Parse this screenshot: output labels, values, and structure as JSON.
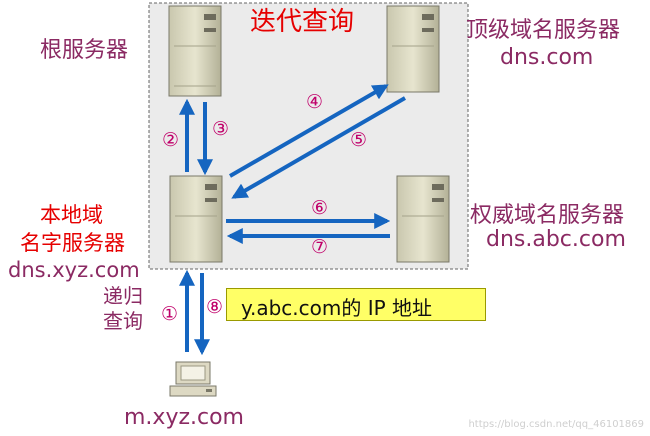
{
  "title": "迭代查询",
  "servers": {
    "root": {
      "name": "根服务器"
    },
    "tld": {
      "name": "顶级域名服务器",
      "domain": "dns.com"
    },
    "local": {
      "name_line1": "本地域",
      "name_line2": "名字服务器",
      "domain": "dns.xyz.com"
    },
    "auth": {
      "name": "权威域名服务器",
      "domain": "dns.abc.com"
    }
  },
  "client": {
    "host": "m.xyz.com"
  },
  "recursive_label": {
    "line1": "递归",
    "line2": "查询"
  },
  "steps": [
    "①",
    "②",
    "③",
    "④",
    "⑤",
    "⑥",
    "⑦",
    "⑧"
  ],
  "answer_box": "y.abc.com的 IP 地址",
  "watermark": "https://blog.csdn.net/qq_46101869",
  "colors": {
    "arrow": "#1565c0",
    "title": "#e60000",
    "label": "#8b2a63",
    "step": "#c0006a",
    "answer_bg": "#ffff66"
  }
}
